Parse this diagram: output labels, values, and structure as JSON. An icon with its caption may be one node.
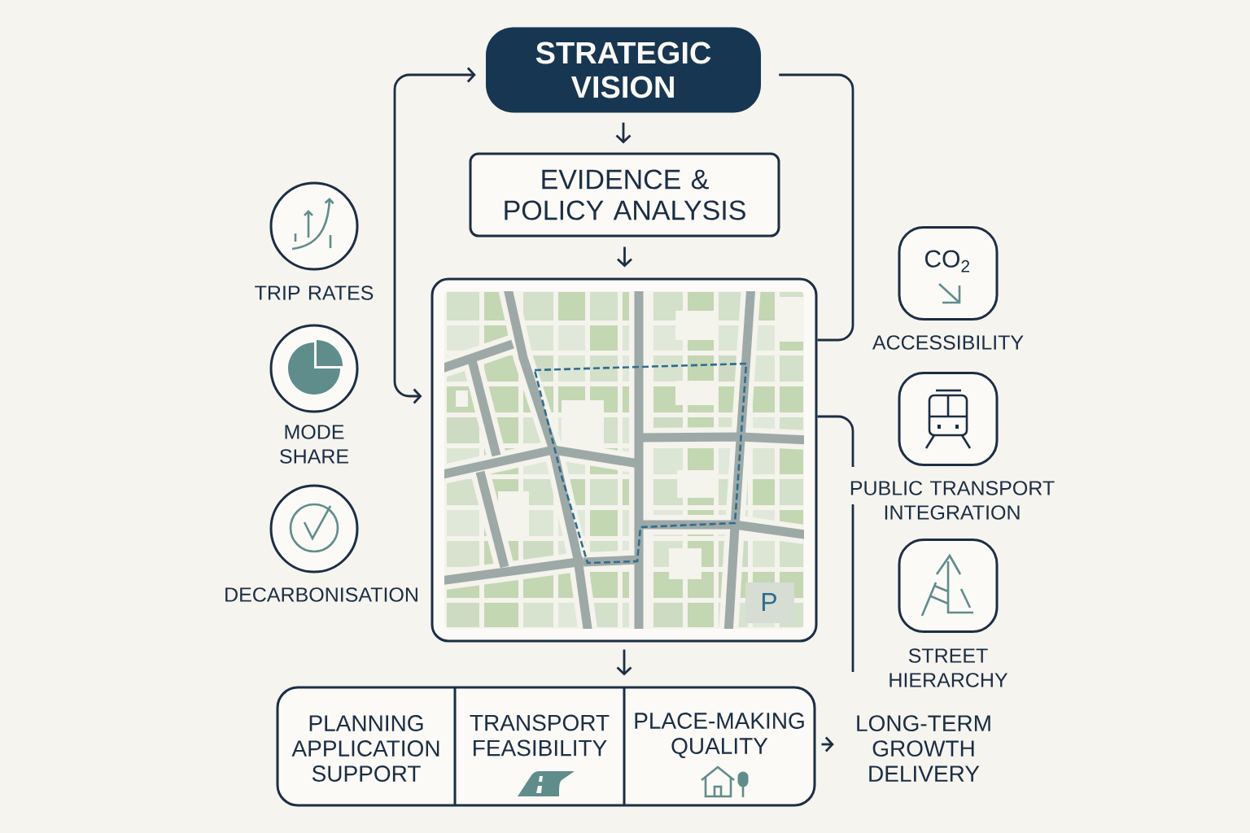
{
  "diagram": {
    "nodes": [
      {
        "text": [
          "STRATEGIC VISION"
        ]
      },
      {
        "text": [
          "EVIDENCE & POLICY ANALYSIS"
        ]
      },
      {
        "text": [],
        "shape": "picture"
      },
      {
        "text": [
          "TRIP RATES"
        ]
      },
      {
        "text": [
          "MODE SHARE"
        ]
      },
      {
        "text": [
          "DECARBONISATION"
        ]
      },
      {
        "text": [
          "CO$_{2}$",
          "ACCESSIBILITY"
        ]
      },
      {
        "text": [
          "PUBLIC TRANSPORT INTEGRATION"
        ]
      },
      {
        "text": [
          "STREET HIERARCHY"
        ]
      },
      {
        "text": [],
        "shape": "box"
      },
      {
        "text": [
          "PLANNING APPLICATION SUPPORT"
        ],
        "in": 9
      },
      {
        "text": [
          "TRANSPORT FEASIBILITY"
        ],
        "in": 9
      },
      {
        "text": [
          "PLACE-MAKING QUALITY"
        ],
        "in": 9
      },
      {
        "text": [
          "LONG-TERM GROWTH DELIVERY"
        ]
      }
    ],
    "edges": [
      {
        "from": 0,
        "to": 1,
        "arrow": "to"
      },
      {
        "from": 1,
        "to": 2,
        "arrow": "to"
      },
      {
        "from": 2,
        "to": 9,
        "arrow": "to"
      },
      {
        "from": 9,
        "to": 13,
        "arrow": "to"
      },
      {
        "from": 2,
        "to": 0,
        "arrow": "both"
      },
      {
        "from": 0,
        "to": 2,
        "arrow": "none"
      },
      {
        "from": 2,
        "to": null,
        "arrow": "none"
      }
    ],
    "labels": [
      "P"
    ]
  }
}
